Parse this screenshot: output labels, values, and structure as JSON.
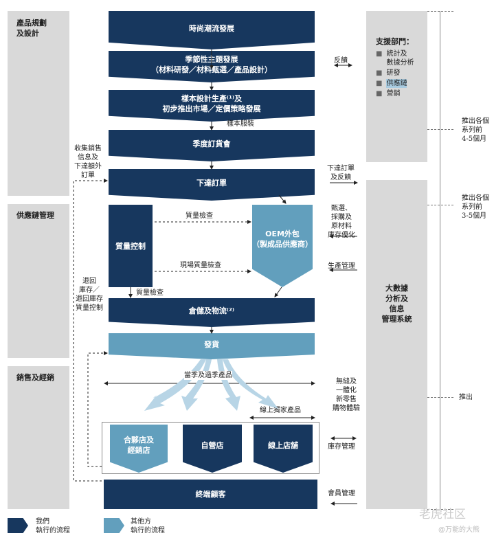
{
  "sections": {
    "planning": "產品規劃\n及設計",
    "supply": "供應鏈管理",
    "sales": "銷售及經銷"
  },
  "flow": {
    "trend": "時尚潮流發展",
    "seasonal_l1": "季節性主題發展",
    "seasonal_l2": "（材料研發／材料甄選／產品設計）",
    "sample_l1": "樣本設計生產⁽¹⁾及",
    "sample_l2": "初步推出市場／定價策略發展",
    "sample_clothes": "樣本服裝",
    "order_fair": "季度訂貨會",
    "place_order": "下達訂單",
    "qc": "質量控制",
    "oem_l1": "OEM外包",
    "oem_l2": "（製成品供應商）",
    "qc_check": "質量檢查",
    "onsite_check": "現場質量檢查",
    "qc_check2": "質量檢查",
    "warehouse": "倉儲及物流⁽²⁾",
    "delivery": "發貨",
    "season_products": "當季及過季產品",
    "online_exclusive": "線上獨家產品",
    "store_partner": "合夥店及\n經銷店",
    "store_self": "自營店",
    "store_online": "線上店舖",
    "end_customer": "終端顧客"
  },
  "left_notes": {
    "collect": "收集銷售\n信息及\n下達額外\n訂單",
    "return": "退回\n庫存／\n退回庫存\n質量控制"
  },
  "right_notes": {
    "feedback": "反饋",
    "order_feedback": "下達訂單\n及反饋",
    "sourcing": "甄選、\n採購及\n原材料\n庫存優化",
    "production": "生產管理",
    "omni": "無縫及\n一體化\n新零售\n購物體驗",
    "inventory": "庫存管理",
    "member": "會員管理"
  },
  "support": {
    "title": "支援部門：",
    "items": [
      "統計及\n數據分析",
      "研發",
      "供應鏈",
      "營銷"
    ],
    "bigdata": "大數據\n分析及\n信息\n管理系統"
  },
  "timeline": {
    "t1": "推出各個\n系列前\n4-5個月",
    "t2": "推出各個\n系列前\n3-5個月",
    "t3": "推出"
  },
  "legend": {
    "ours": "我們\n執行的流程",
    "others": "其他方\n執行的流程"
  },
  "watermark": {
    "brand": "老虎社区",
    "user": "@万能的大熊"
  },
  "colors": {
    "dark": "#17375e",
    "light": "#629fbd",
    "gray": "#d9d9d9",
    "highlight": "#a9cbe0"
  }
}
